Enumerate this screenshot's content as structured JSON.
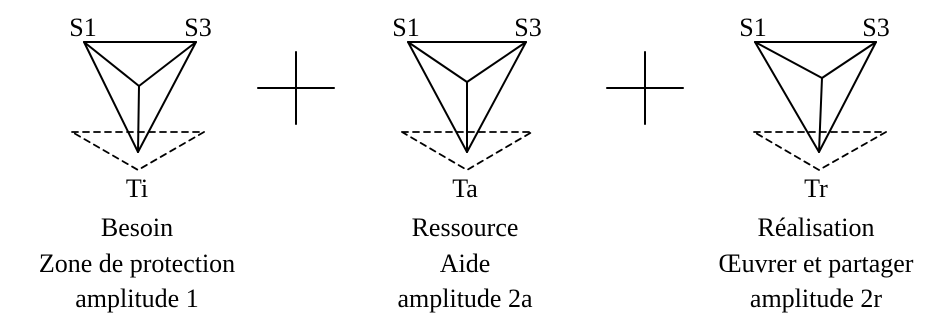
{
  "figures": [
    {
      "vertex_left": "S1",
      "vertex_right": "S3",
      "bottom_label": "Ti",
      "caption": [
        "Besoin",
        "Zone de protection",
        "amplitude 1"
      ]
    },
    {
      "vertex_left": "S1",
      "vertex_right": "S3",
      "bottom_label": "Ta",
      "caption": [
        "Ressource",
        "Aide",
        "amplitude 2a"
      ]
    },
    {
      "vertex_left": "S1",
      "vertex_right": "S3",
      "bottom_label": "Tr",
      "caption": [
        "Réalisation",
        "Œuvrer et partager",
        "amplitude 2r"
      ]
    }
  ],
  "operators": [
    "plus",
    "plus"
  ],
  "colors": {
    "ink": "#000000",
    "background": "#ffffff"
  }
}
